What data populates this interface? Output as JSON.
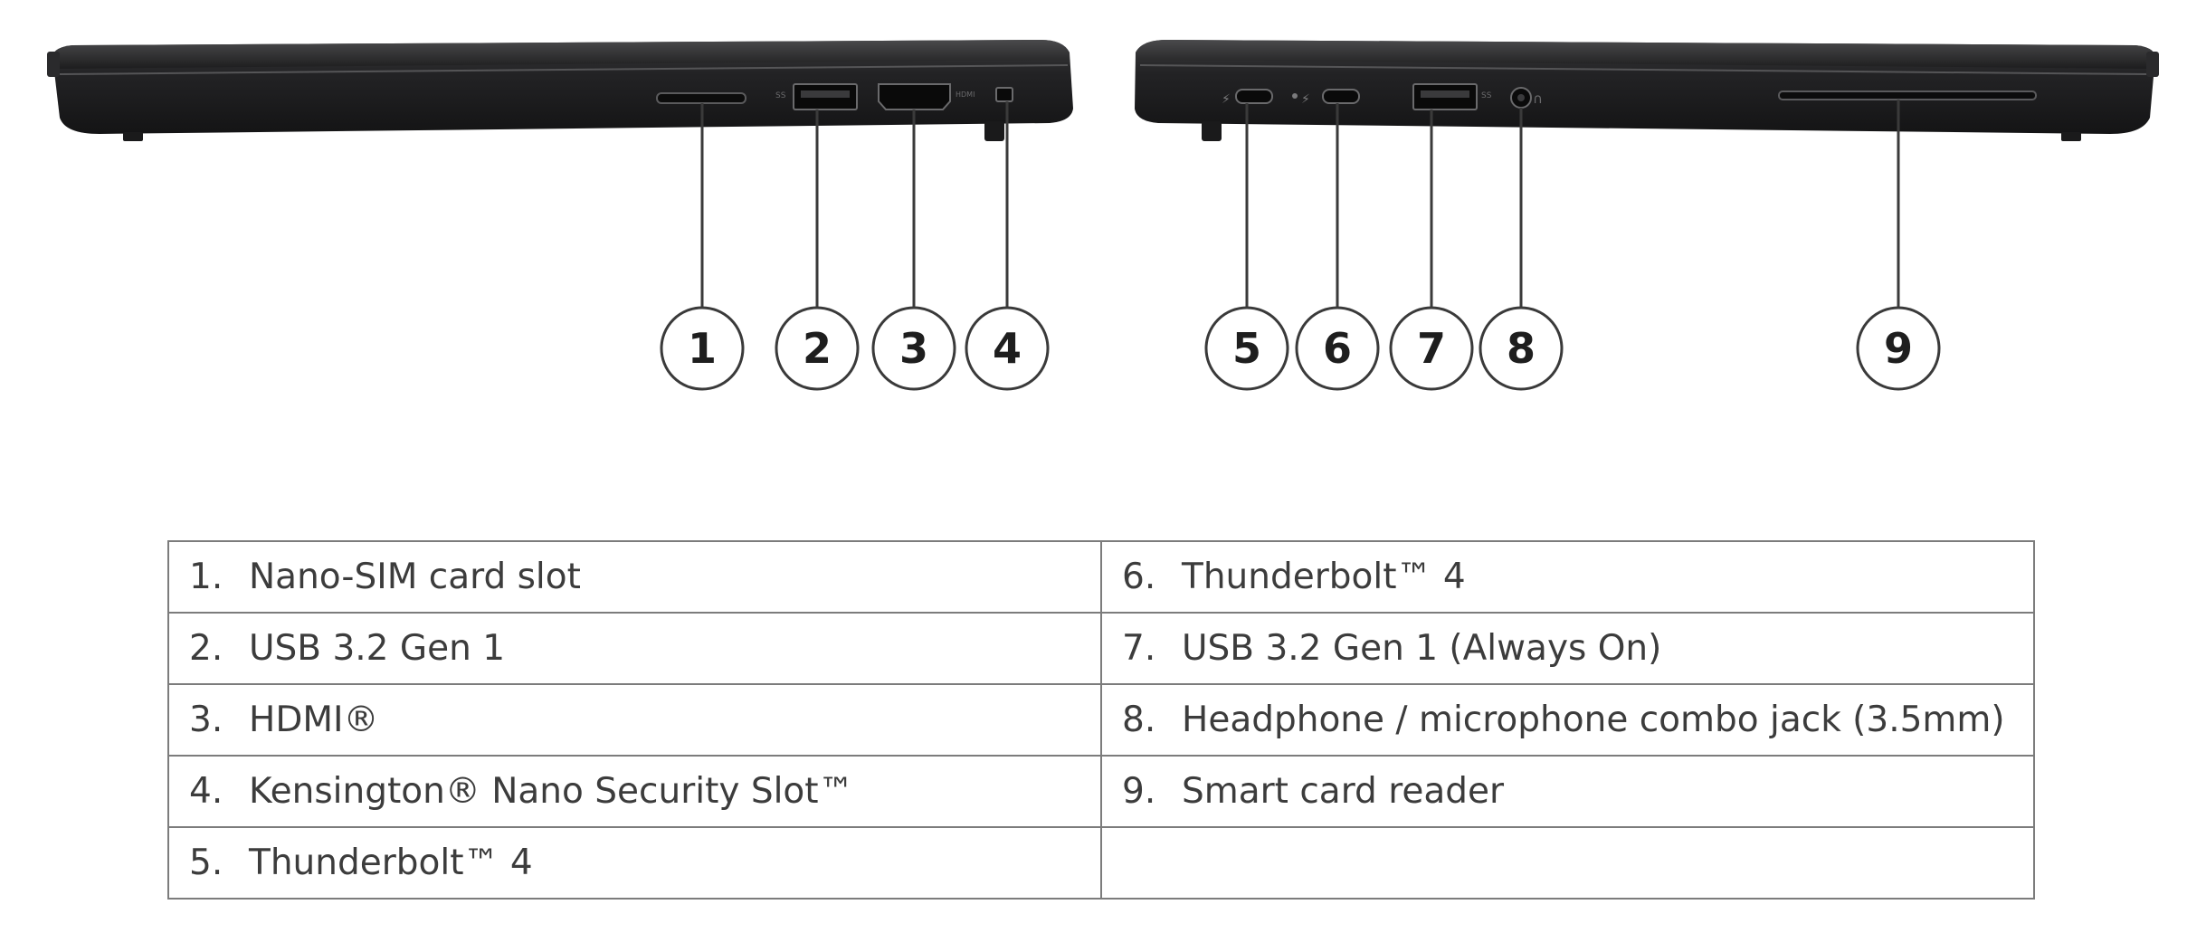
{
  "callouts": [
    {
      "num": "1",
      "name": "Nano-SIM card slot"
    },
    {
      "num": "2",
      "name": "USB 3.2 Gen 1"
    },
    {
      "num": "3",
      "name": "HDMI®"
    },
    {
      "num": "4",
      "name": "Kensington® Nano Security Slot™"
    },
    {
      "num": "5",
      "name": "Thunderbolt™ 4"
    },
    {
      "num": "6",
      "name": "Thunderbolt™ 4"
    },
    {
      "num": "7",
      "name": "USB 3.2 Gen 1 (Always On)"
    },
    {
      "num": "8",
      "name": "Headphone / microphone combo jack (3.5mm)"
    },
    {
      "num": "9",
      "name": "Smart card reader"
    }
  ],
  "table": {
    "rows": [
      [
        {
          "num": "1.",
          "text": "Nano-SIM card slot"
        },
        {
          "num": "6.",
          "text": "Thunderbolt™ 4"
        }
      ],
      [
        {
          "num": "2.",
          "text": "USB 3.2 Gen 1"
        },
        {
          "num": "7.",
          "text": "USB 3.2 Gen 1 (Always On)"
        }
      ],
      [
        {
          "num": "3.",
          "text": "HDMI®"
        },
        {
          "num": "8.",
          "text": "Headphone / microphone combo jack (3.5mm)"
        }
      ],
      [
        {
          "num": "4.",
          "text": "Kensington® Nano Security Slot™"
        },
        {
          "num": "9.",
          "text": "Smart card reader"
        }
      ],
      [
        {
          "num": "5.",
          "text": "Thunderbolt™ 4"
        },
        {
          "num": "",
          "text": ""
        }
      ]
    ]
  }
}
